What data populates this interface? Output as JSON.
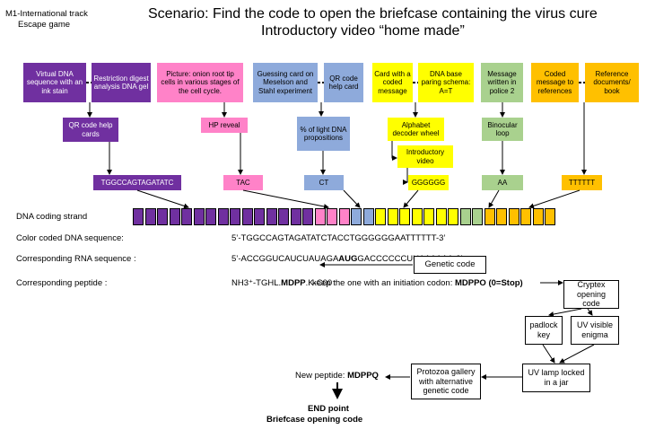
{
  "header": {
    "track_line1": "M1-International track",
    "track_line2": "Escape game",
    "title_line1": "Scenario: Find the code to open the briefcase containing the virus cure",
    "title_line2": "Introductory video “home made”"
  },
  "clues": {
    "c1": "Virtual DNA sequence with an ink stain",
    "c2": "Restriction digest analysis DNA gel",
    "c3": "Picture: onion root tip cells in various stages of the cell cycle.",
    "c4": "Guessing card on Meselson and Stahl experiment",
    "c5": "QR code help card",
    "c6": "Card with a coded message",
    "c7": "DNA base paring schema: A=T",
    "c8": "Message written in police 2",
    "c9": "Coded message to references",
    "c10": "Reference documents/ book"
  },
  "tools": {
    "t1": "QR code help cards",
    "t2": "HP reveal",
    "t3": "% of light DNA propositions",
    "t4": "Alphabet decoder wheel",
    "t5": "Introductory video",
    "t6": "Binocular loop"
  },
  "codes": {
    "k1": "TGGCCAGTAGATATC",
    "k2": "TAC",
    "k3": "CT",
    "k4": "GGGGGG",
    "k5": "AA",
    "k6": "TTTTTT"
  },
  "labels": {
    "strand": "DNA coding strand",
    "color_seq": "Color coded DNA sequence:",
    "rna_seq": "Corresponding RNA sequence :",
    "peptide": "Corresponding peptide :"
  },
  "sequences": {
    "dna": "5’-TGGCCAGTAGATATCTACCTGGGGGGAATTTTTT-3’",
    "rna_pre": "5’-ACCGGUCAUCUAUAGA",
    "rna_bold": "AUG",
    "rna_post": "GACCCCCCUUAAAAAA-3’",
    "pep_pre": "NH3⁺-TGHL.",
    "pep_bold": "MDPP",
    "pep_post": ".K-C00⁻",
    "keep_text": "keep the one with an initiation codon: ",
    "keep_bold": "MDPPO (0=Stop)"
  },
  "flow": {
    "genetic_code": "Genetic code",
    "cryptex": "Cryptex opening code",
    "padlock": "padlock key",
    "uv_enigma": "UV visible enigma",
    "uv_lamp": "UV lamp locked in a jar",
    "protozoa": "Protozoa gallery with alternative genetic code",
    "new_peptide_label": "New peptide: ",
    "new_peptide_value": "MDPPQ",
    "end_line1": "END point",
    "end_line2": "Briefcase opening code"
  },
  "colors": {
    "purple": "#7030a0",
    "pink": "#ff82c8",
    "blue": "#8eaadb",
    "yellow": "#ffff00",
    "green": "#a9d18e",
    "orange": "#ffc000"
  },
  "strand_segments": [
    {
      "color": "purple",
      "count": 15
    },
    {
      "color": "pink",
      "count": 3
    },
    {
      "color": "blue",
      "count": 2
    },
    {
      "color": "yellow",
      "count": 7
    },
    {
      "color": "green",
      "count": 2
    },
    {
      "color": "orange",
      "count": 6
    }
  ]
}
